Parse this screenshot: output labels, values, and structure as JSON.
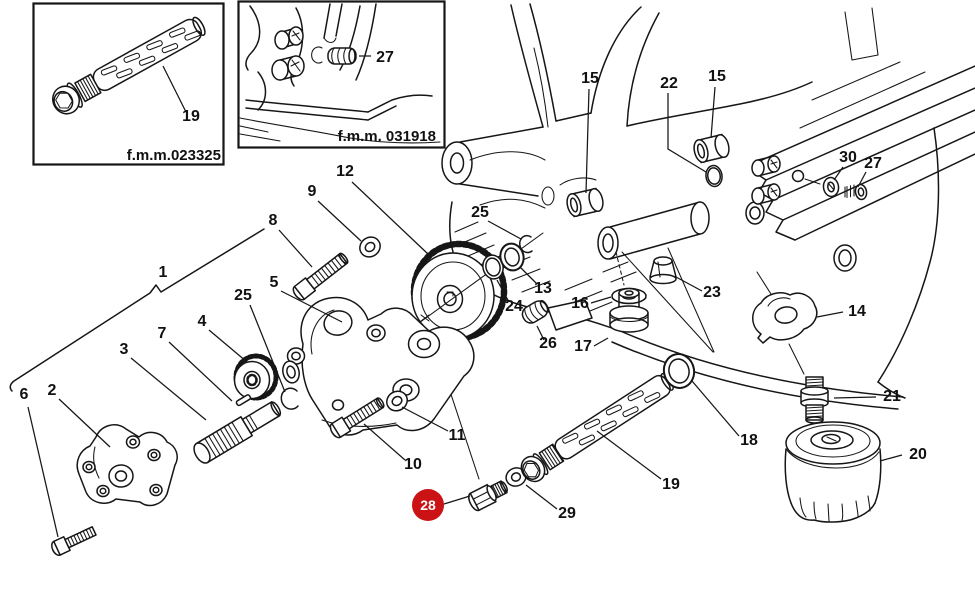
{
  "colors": {
    "ink": "#161616",
    "highlight_red": "#cb1215",
    "highlight_text": "#ffffff"
  },
  "insets": [
    {
      "caption": "f.m.m.023325",
      "part_label": "19"
    },
    {
      "caption": "f.m.m. 031918",
      "part_label": "27"
    }
  ],
  "highlight": {
    "number": "28"
  },
  "labels": [
    "1",
    "2",
    "3",
    "4",
    "5",
    "6",
    "7",
    "8",
    "9",
    "10",
    "11",
    "12",
    "13",
    "14",
    "15",
    "15",
    "16",
    "17",
    "18",
    "19",
    "20",
    "21",
    "22",
    "23",
    "24",
    "25",
    "25",
    "26",
    "27",
    "29",
    "30"
  ]
}
